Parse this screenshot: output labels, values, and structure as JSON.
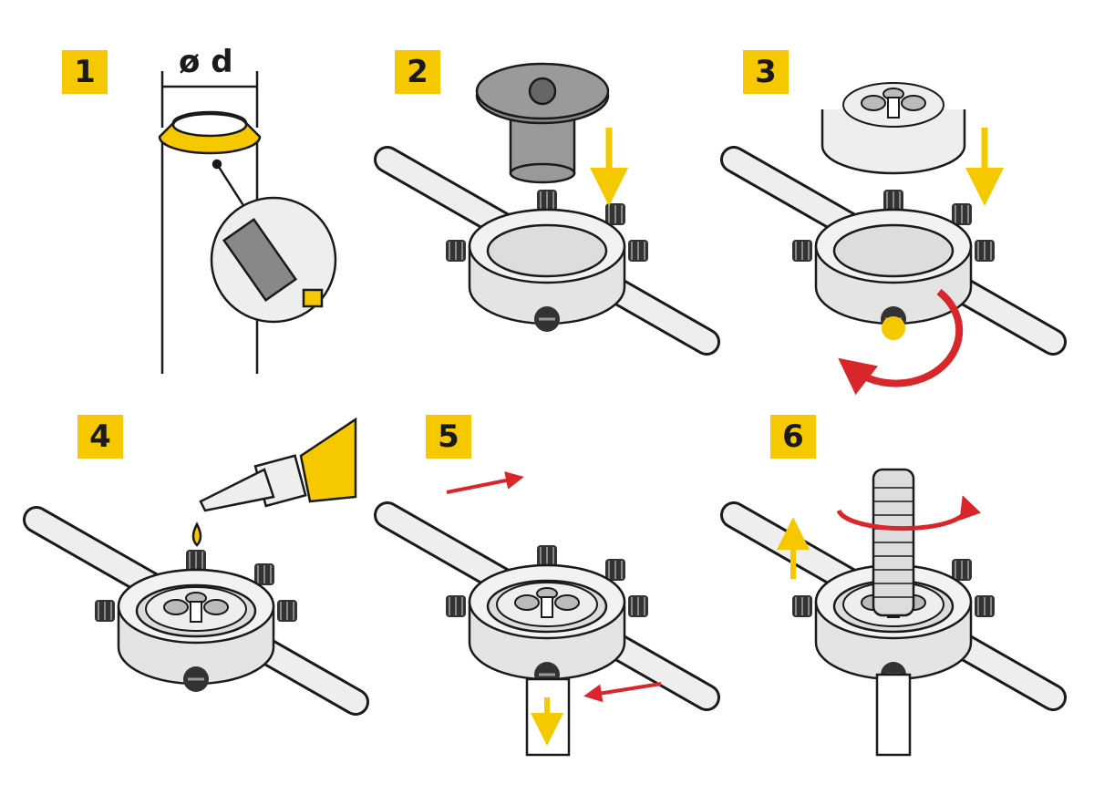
{
  "steps": [
    {
      "number": "1",
      "label": "ø d"
    },
    {
      "number": "2"
    },
    {
      "number": "3"
    },
    {
      "number": "4"
    },
    {
      "number": "5"
    },
    {
      "number": "6"
    }
  ],
  "colors": {
    "accent": "#f6c800",
    "arrow_red": "#d9262b",
    "outline": "#1a1a1a",
    "metal": "#e4e4e4"
  }
}
